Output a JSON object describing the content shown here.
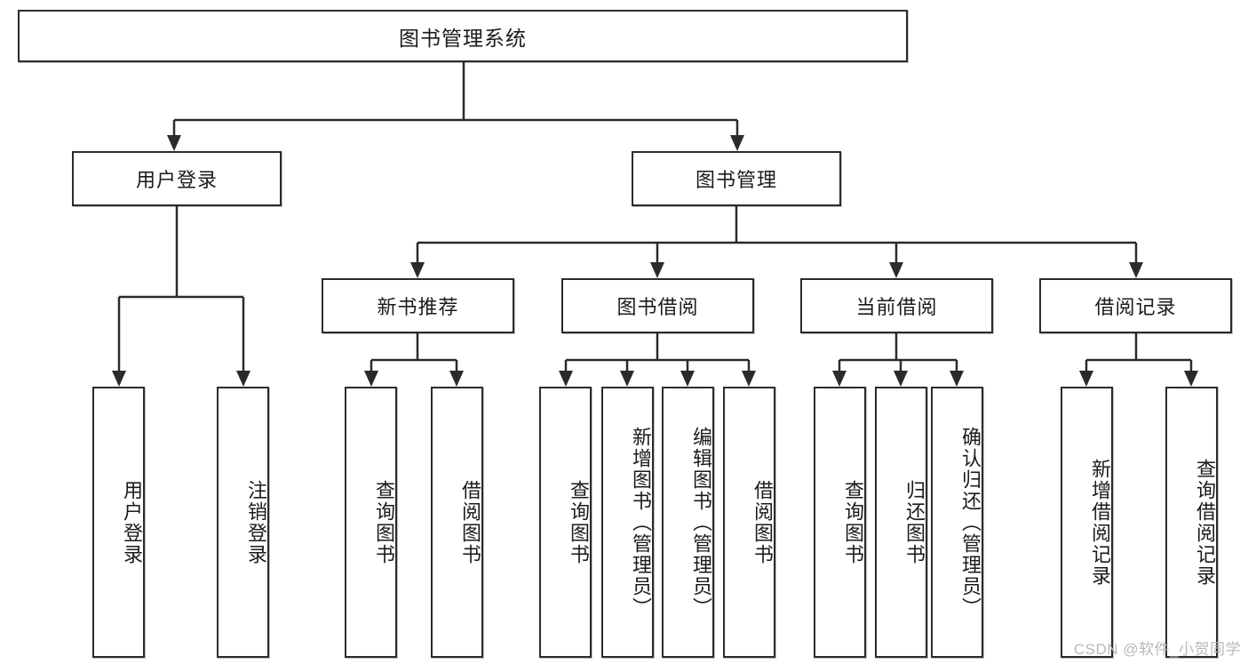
{
  "diagram": {
    "title": "图书管理系统",
    "type": "tree",
    "watermark": "CSDN @软件_小贺同学",
    "colors": {
      "stroke": "#2b2b2b",
      "fill": "#ffffff",
      "text": "#1b1b1b",
      "watermark": "#b9b9b9"
    },
    "nodes": {
      "root": "图书管理系统",
      "level2": [
        "用户登录",
        "图书管理"
      ],
      "level3": [
        "新书推荐",
        "图书借阅",
        "当前借阅",
        "借阅记录"
      ],
      "leaves_user_login": [
        "用户登录",
        "注销登录"
      ],
      "leaves_new_book": [
        "查询图书",
        "借阅图书"
      ],
      "leaves_book_borrow": [
        "查询图书",
        "新增图书（管理员）",
        "编辑图书（管理员）",
        "借阅图书"
      ],
      "leaves_current_borrow": [
        "查询图书",
        "归还图书",
        "确认归还（管理员）"
      ],
      "leaves_borrow_record": [
        "新增借阅记录",
        "查询借阅记录"
      ]
    }
  }
}
